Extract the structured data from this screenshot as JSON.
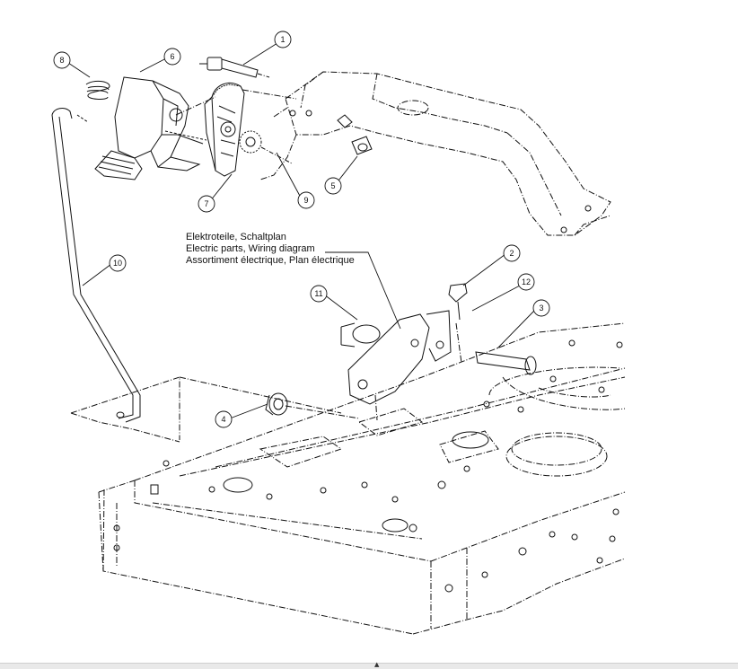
{
  "note": {
    "line1": "Elektroteile, Schaltplan",
    "line2": "Electric parts, Wiring diagram",
    "line3": "Assortiment électrique, Plan électrique"
  },
  "callouts": [
    "1",
    "2",
    "3",
    "4",
    "5",
    "6",
    "7",
    "8",
    "9",
    "10",
    "11",
    "12"
  ],
  "scroll_indicator": "▲"
}
